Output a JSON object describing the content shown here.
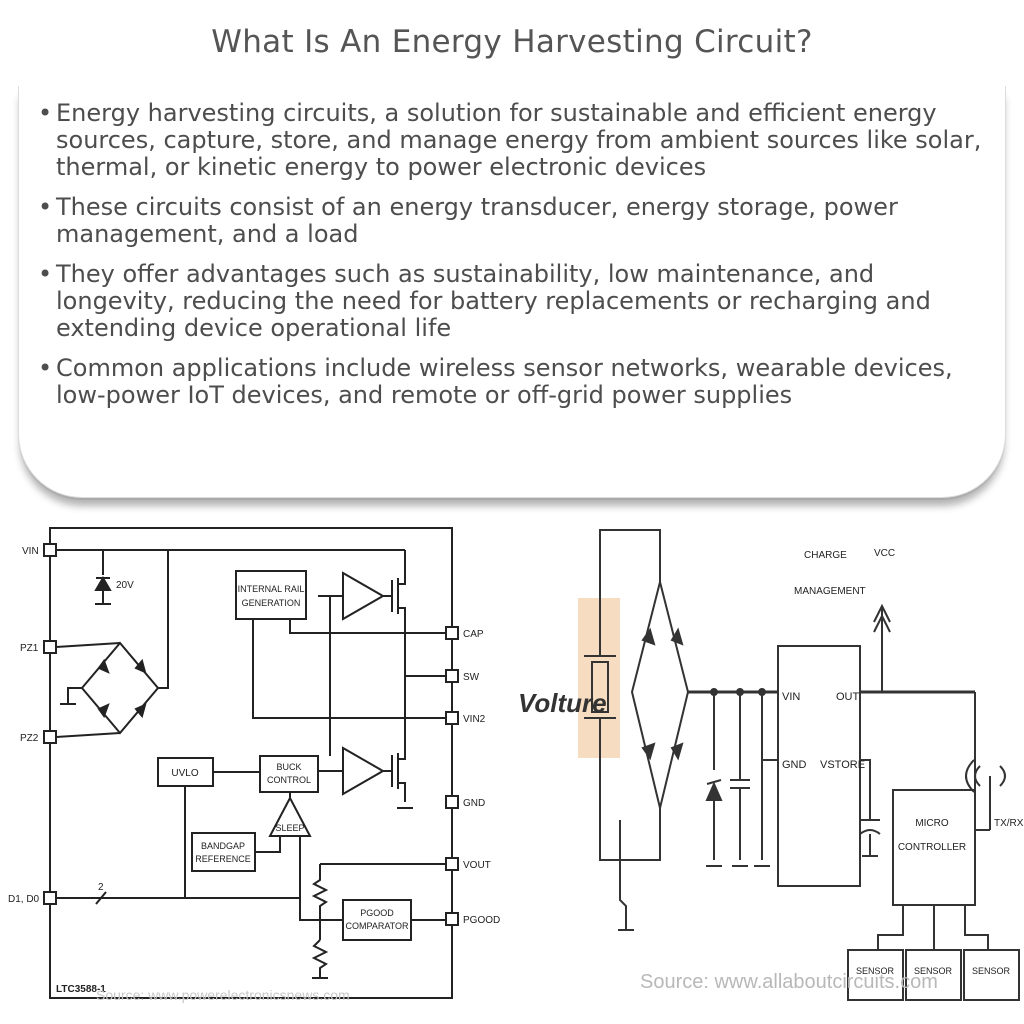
{
  "title": "What Is An Energy Harvesting Circuit?",
  "bullets": [
    "Energy harvesting circuits, a solution for sustainable and efficient energy sources, capture, store, and manage energy from ambient sources like solar, thermal, or kinetic energy to power electronic devices",
    "These circuits consist of an energy transducer, energy storage, power management, and a load",
    "They offer advantages such as sustainability, low maintenance, and longevity, reducing the need for battery replacements or recharging and extending device operational life",
    "Common applications include wireless sensor networks, wearable devices, low-power IoT devices, and remote or off-grid power supplies"
  ],
  "left_diagram": {
    "pins_left": [
      "VIN",
      "PZ1",
      "PZ2",
      "D1, D0"
    ],
    "pins_right": [
      "CAP",
      "SW",
      "VIN2",
      "GND",
      "VOUT",
      "PGOOD"
    ],
    "zener": "20V",
    "blocks": {
      "internal_rail": [
        "INTERNAL RAIL",
        "GENERATION"
      ],
      "uvlo": "UVLO",
      "buck": [
        "BUCK",
        "CONTROL"
      ],
      "sleep": "SLEEP",
      "bandgap": [
        "BANDGAP",
        "REFERENCE"
      ],
      "pgood": [
        "PGOOD",
        "COMPARATOR"
      ]
    },
    "bus_width": "2",
    "part": "LTC3588-1",
    "source": "Source: www.powerelectronicsnews.com"
  },
  "right_diagram": {
    "logo": "Volture",
    "charge_label": [
      "CHARGE",
      "MANAGEMENT"
    ],
    "vcc": "VCC",
    "pins": {
      "vin": "VIN",
      "out": "OUT",
      "gnd": "GND",
      "vstore": "VSTORE"
    },
    "micro": [
      "MICRO",
      "CONTROLLER"
    ],
    "txrx": "TX/RX",
    "sensors": [
      "SENSOR",
      "SENSOR",
      "SENSOR"
    ],
    "source": "Source: www.allaboutcircuits.com"
  }
}
